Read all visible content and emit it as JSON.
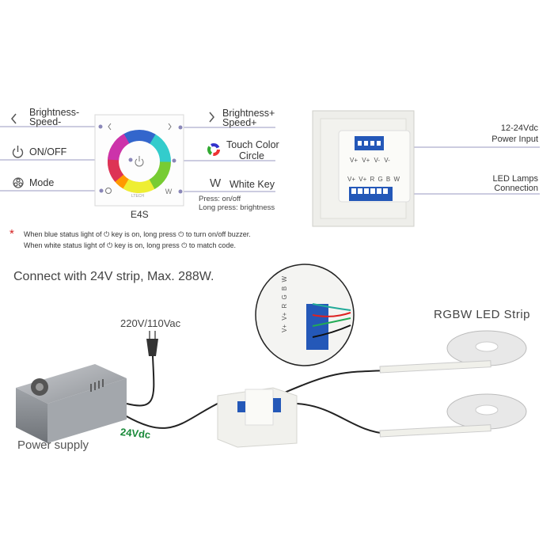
{
  "front_panel": {
    "model": "E4S",
    "brand": "LTECH",
    "labels": {
      "brightness_minus": "Brightness-",
      "speed_minus": "Speed-",
      "on_off": "ON/OFF",
      "mode": "Mode",
      "brightness_plus": "Brightness+",
      "speed_plus": "Speed+",
      "touch_color": "Touch Color",
      "circle": "Circle",
      "white_key_glyph": "W",
      "white_key": "White Key",
      "press": "Press: on/off",
      "long_press": "Long press: brightness"
    }
  },
  "notes": {
    "asterisk": "*",
    "line1_a": "When blue status light of",
    "line1_b": "key is on, long press",
    "line1_c": "to turn on/off buzzer.",
    "line2_a": "When white status light of",
    "line2_b": "key is on, long press",
    "line2_c": "to match code."
  },
  "back_panel": {
    "terminals_top": "V+  V+  V-  V-",
    "terminals_bottom": "V+ V+ R G B W",
    "power_input_1": "12-24Vdc",
    "power_input_2": "Power Input",
    "led_conn_1": "LED Lamps",
    "led_conn_2": "Connection"
  },
  "wiring": {
    "heading": "Connect with  24V strip,  Max. 288W.",
    "mains": "220V/110Vac",
    "strip": "RGBW LED Strip",
    "psu": "Power supply",
    "dc": "24Vdc",
    "zoom_labels": "V+ V+ R G B W"
  },
  "colors": {
    "accent_line": "#8a87b8",
    "dc_green": "#1a8a3a",
    "asterisk": "#d42020",
    "terminal_blue": "#1f4fb0"
  }
}
